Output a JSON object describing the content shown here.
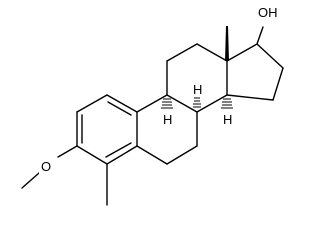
{
  "molecule": {
    "labels": {
      "hydroxyl": "OH",
      "methoxy_oxygen": "O",
      "stereo_hydrogen": "H"
    }
  }
}
